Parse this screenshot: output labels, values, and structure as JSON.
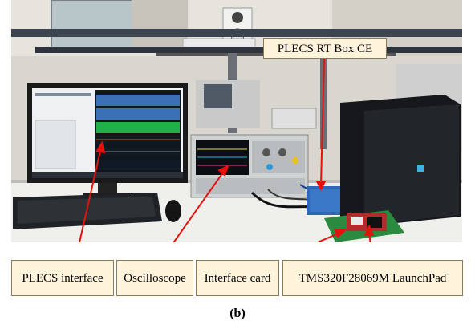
{
  "figure": {
    "labels": {
      "rt_box": "PLECS RT Box CE",
      "plecs_interface": "PLECS interface",
      "oscilloscope": "Oscilloscope",
      "interface_card": "Interface card",
      "launchpad": "TMS320F28069M LaunchPad"
    },
    "caption": "(b)",
    "colors": {
      "callout_fill": "#fff3dc",
      "arrow": "#e8100c"
    }
  }
}
